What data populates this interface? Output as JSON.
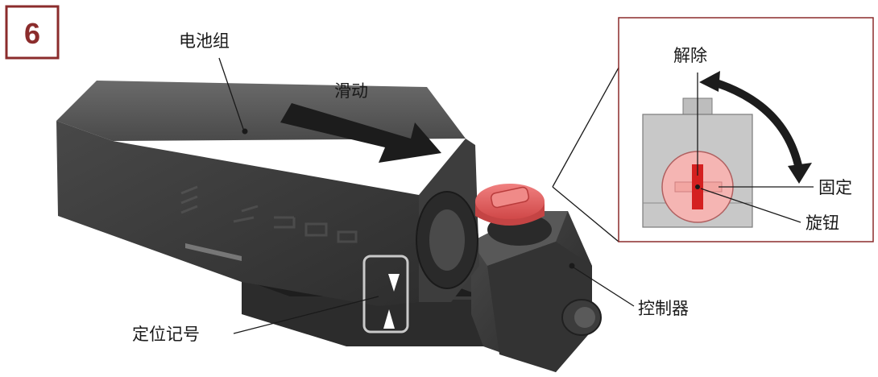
{
  "step": {
    "number": "6"
  },
  "labels": {
    "battery_pack": "电池组",
    "slide": "滑动",
    "release": "解除",
    "fixed": "固定",
    "knob": "旋钮",
    "controller": "控制器",
    "alignment_mark": "定位记号"
  },
  "colors": {
    "accent": "#8b2c2c",
    "knob": "#e8686a",
    "knob_light": "#f5b5b3",
    "body_dark": "#3a3a3a",
    "body_mid": "#4d4d4d",
    "panel_gray": "#c8c8c8"
  }
}
